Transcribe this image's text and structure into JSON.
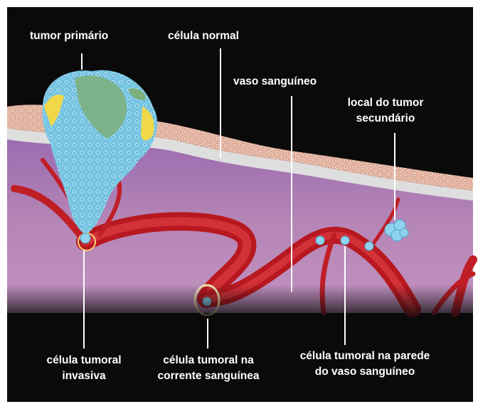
{
  "labels": {
    "primary_tumor": "tumor primário",
    "normal_cell": "célula normal",
    "blood_vessel": "vaso sanguíneo",
    "secondary_site_line1": "local do tumor",
    "secondary_site_line2": "secundário",
    "invasive_line1": "célula tumoral",
    "invasive_line2": "invasiva",
    "bloodstream_line1": "célula tumoral na",
    "bloodstream_line2": "corrente sanguínea",
    "vessel_wall_line1": "célula tumoral na parede",
    "vessel_wall_line2": "do vaso sanguíneo"
  },
  "colors": {
    "background": "#0a0a0a",
    "tissue": "#b57fb1",
    "epithelium": "#e3b3a2",
    "basement_membrane": "#dcdcdc",
    "vessel": "#c8202a",
    "tumor_cells": "#7ec9e6",
    "tumor_green": "#7daf7a",
    "tumor_yellow": "#f0d84a",
    "leader_lines": "#ffffff"
  }
}
